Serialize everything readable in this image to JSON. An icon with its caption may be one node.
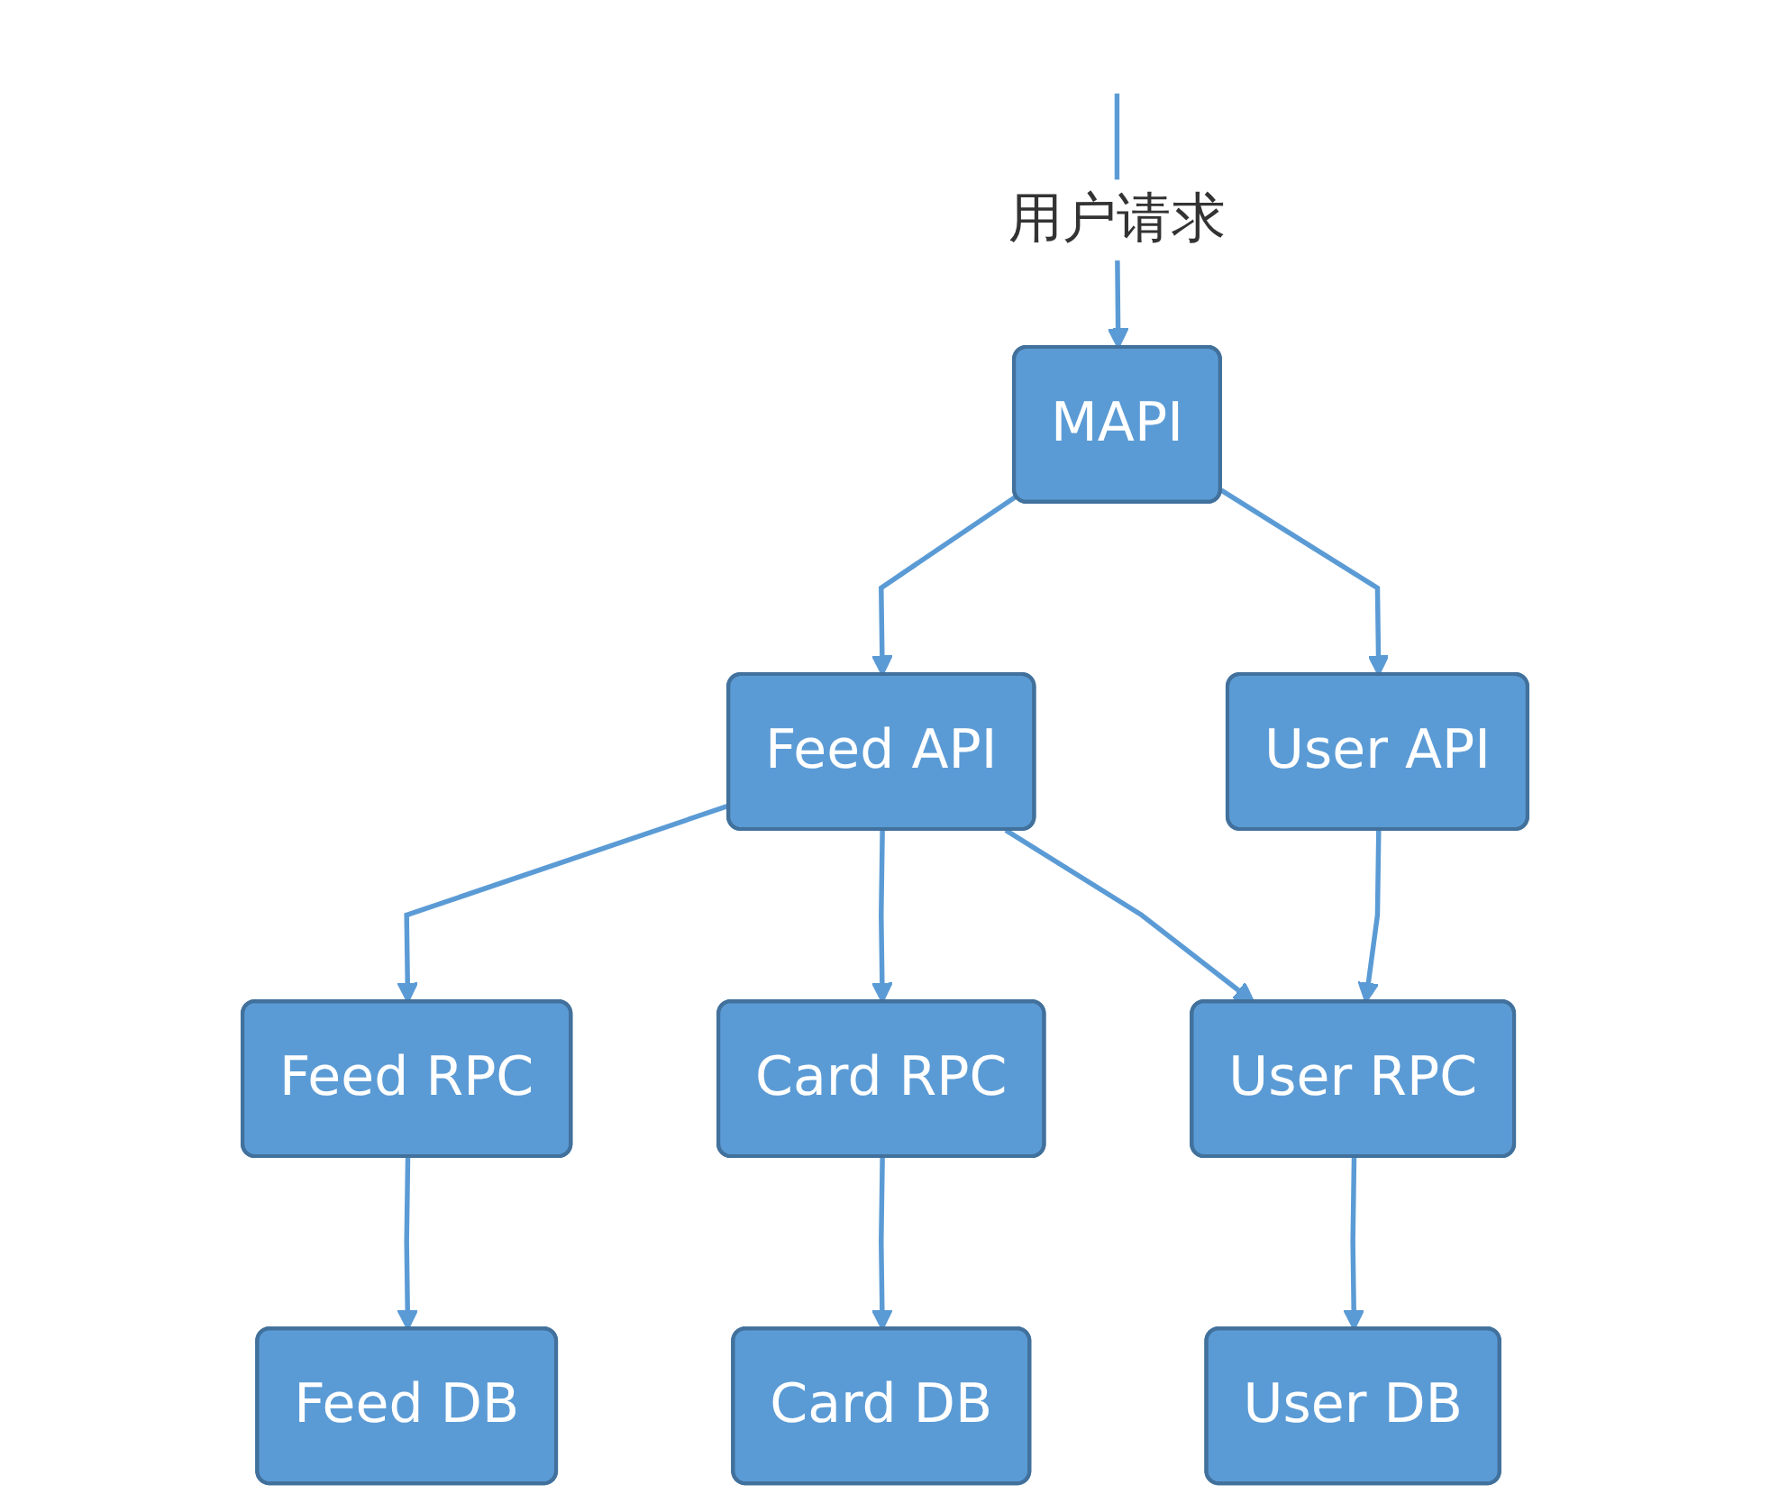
{
  "diagram": {
    "nodes": [
      {
        "text": [
          "MAPI"
        ]
      },
      {
        "text": [
          "Feed API"
        ]
      },
      {
        "text": [
          "User API"
        ]
      },
      {
        "text": [
          "Feed RPC"
        ]
      },
      {
        "text": [
          "Card RPC"
        ]
      },
      {
        "text": [
          "User RPC"
        ]
      },
      {
        "text": [
          "Feed DB"
        ]
      },
      {
        "text": [
          "Card DB"
        ]
      },
      {
        "text": [
          "User DB"
        ]
      }
    ],
    "edges": [
      {
        "from": null,
        "to": 0,
        "arrow": "to",
        "label": "用户请求"
      },
      {
        "from": 0,
        "to": 1,
        "arrow": "to"
      },
      {
        "from": 0,
        "to": 2,
        "arrow": "to"
      },
      {
        "from": 1,
        "to": 3,
        "arrow": "to"
      },
      {
        "from": 1,
        "to": 4,
        "arrow": "to"
      },
      {
        "from": 1,
        "to": 5,
        "arrow": "to"
      },
      {
        "from": 2,
        "to": 5,
        "arrow": "to"
      },
      {
        "from": 3,
        "to": 6,
        "arrow": "to"
      },
      {
        "from": 4,
        "to": 7,
        "arrow": "to"
      },
      {
        "from": 5,
        "to": 8,
        "arrow": "to"
      }
    ]
  }
}
